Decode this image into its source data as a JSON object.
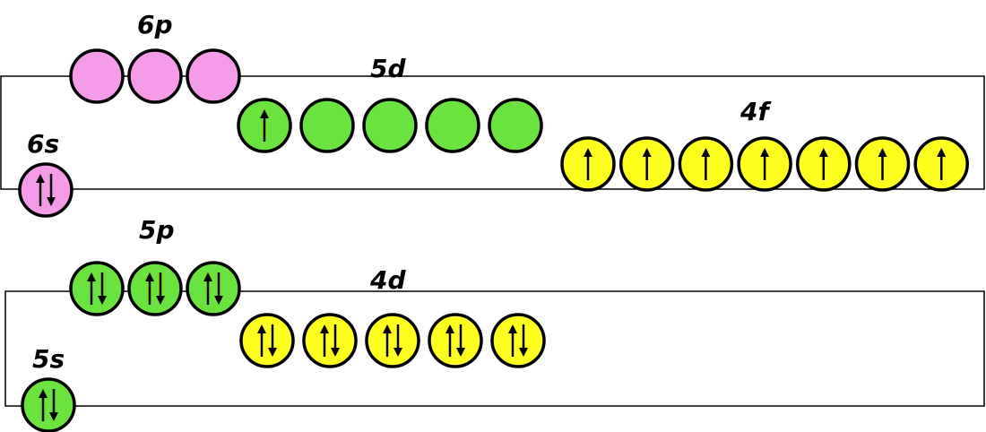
{
  "colors": {
    "pink": "#f59be9",
    "green": "#6be33e",
    "yellow": "#ffff1f",
    "outline": "#000000"
  },
  "shells": [
    {
      "id": "shell-6",
      "subshells": [
        {
          "label": "6s",
          "color": "pink",
          "electrons": [
            2
          ]
        },
        {
          "label": "6p",
          "color": "pink",
          "electrons": [
            0,
            0,
            0
          ]
        },
        {
          "label": "5d",
          "color": "green",
          "electrons": [
            1,
            0,
            0,
            0,
            0
          ]
        },
        {
          "label": "4f",
          "color": "yellow",
          "electrons": [
            1,
            1,
            1,
            1,
            1,
            1,
            1
          ]
        }
      ]
    },
    {
      "id": "shell-5",
      "subshells": [
        {
          "label": "5s",
          "color": "green",
          "electrons": [
            2
          ]
        },
        {
          "label": "5p",
          "color": "green",
          "electrons": [
            2,
            2,
            2
          ]
        },
        {
          "label": "4d",
          "color": "yellow",
          "electrons": [
            2,
            2,
            2,
            2,
            2
          ]
        }
      ]
    }
  ]
}
